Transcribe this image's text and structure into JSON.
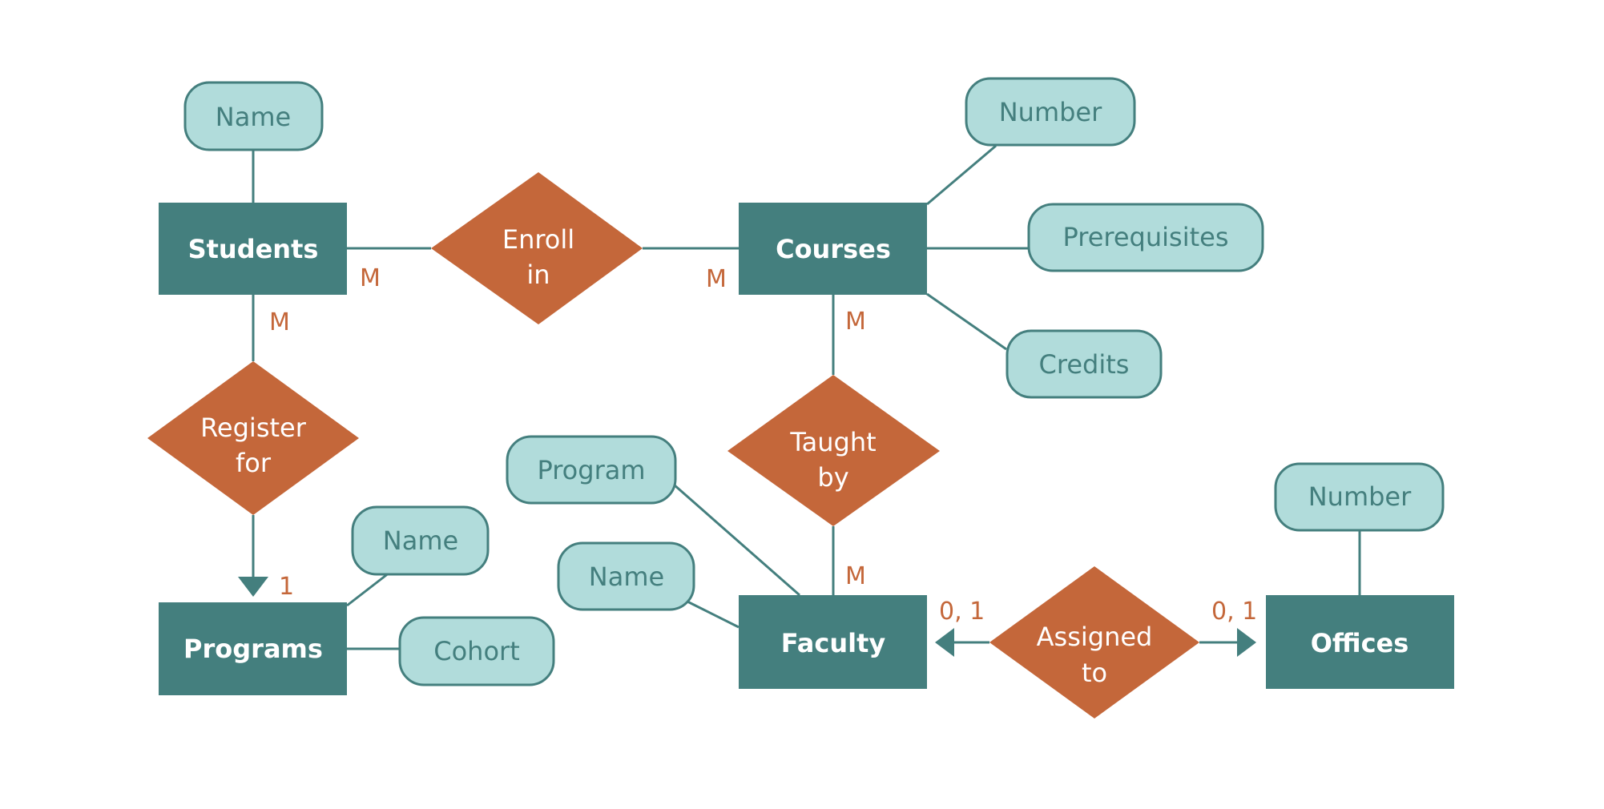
{
  "diagram": {
    "type": "entity-relationship",
    "colors": {
      "entity": "#447f7e",
      "attribute_fill": "#b1dcdb",
      "attribute_stroke": "#447f7e",
      "relationship": "#c4673a",
      "cardinality": "#c4673a",
      "connector": "#447f7e"
    },
    "entities": {
      "students": "Students",
      "courses": "Courses",
      "programs": "Programs",
      "faculty": "Faculty",
      "offices": "Offices"
    },
    "attributes": {
      "students_name": "Name",
      "courses_number": "Number",
      "courses_prerequisites": "Prerequisites",
      "courses_credits": "Credits",
      "programs_name": "Name",
      "programs_cohort": "Cohort",
      "faculty_program": "Program",
      "faculty_name": "Name",
      "offices_number": "Number"
    },
    "relationships": {
      "enroll_in": [
        "Enroll",
        "in"
      ],
      "register_for": [
        "Register",
        "for"
      ],
      "taught_by": [
        "Taught",
        "by"
      ],
      "assigned_to": [
        "Assigned",
        "to"
      ]
    },
    "cardinalities": {
      "students_enroll": "M",
      "courses_enroll": "M",
      "students_register": "M",
      "programs_register": "1",
      "courses_taught": "M",
      "faculty_taught": "M",
      "faculty_assigned": "0, 1",
      "offices_assigned": "0, 1"
    }
  }
}
